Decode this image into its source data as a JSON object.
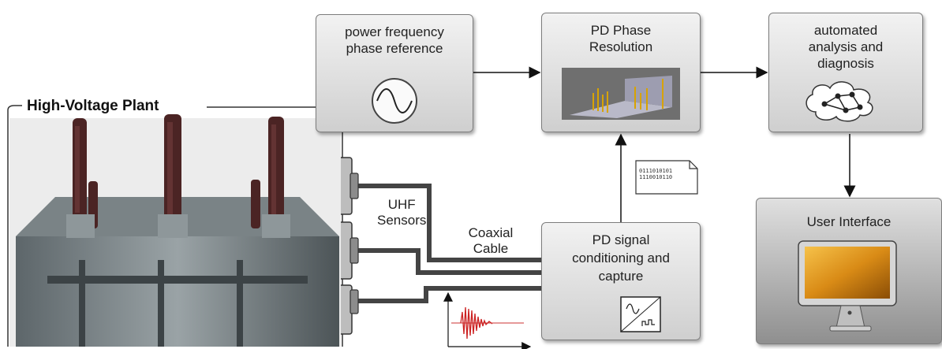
{
  "plant": {
    "title": "High-Voltage Plant"
  },
  "boxes": {
    "phase_ref": [
      "power frequency",
      "phase reference"
    ],
    "pd_phase": [
      "PD Phase",
      "Resolution"
    ],
    "analysis": [
      "automated",
      "analysis and",
      "diagnosis"
    ],
    "signal": [
      "PD signal",
      "conditioning and",
      "capture"
    ],
    "ui": [
      "User Interface"
    ]
  },
  "labels": {
    "uhf": [
      "UHF",
      "Sensors"
    ],
    "coax": [
      "Coaxial",
      "Cable"
    ]
  },
  "binary": [
    "0111010101",
    "1110010110"
  ]
}
